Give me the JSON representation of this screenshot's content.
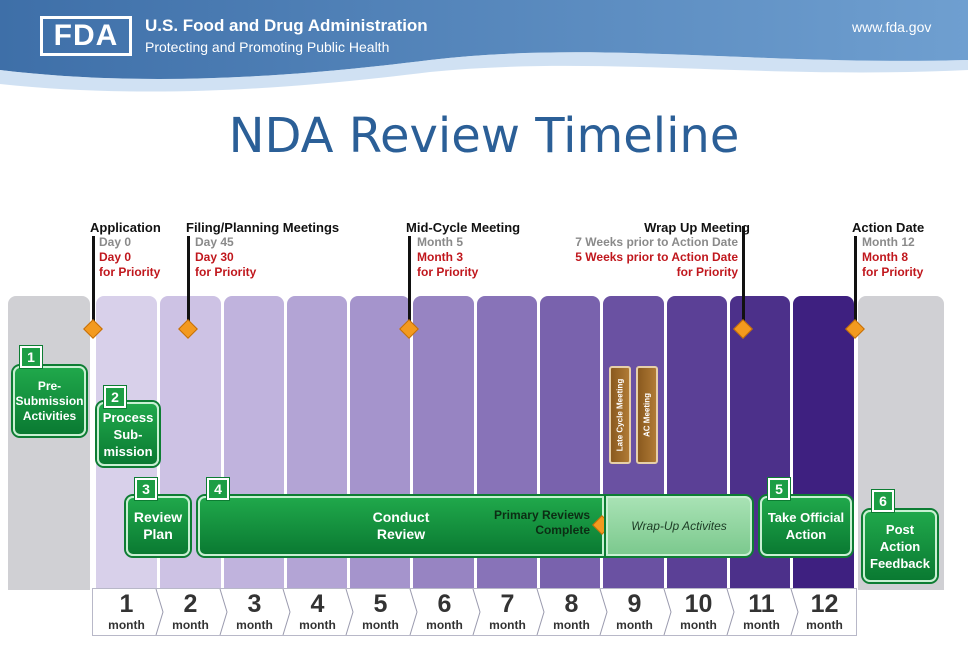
{
  "header": {
    "logo": "FDA",
    "agency_name": "U.S. Food and Drug Administration",
    "tagline": "Protecting and Promoting Public Health",
    "url": "www.fda.gov"
  },
  "title": "NDA Review Timeline",
  "milestones": [
    {
      "title": "Application",
      "standard": "Day 0",
      "priority_line1": "Day 0",
      "priority_line2": "for Priority"
    },
    {
      "title": "Filing/Planning Meetings",
      "standard": "Day 45",
      "priority_line1": "Day 30",
      "priority_line2": "for Priority"
    },
    {
      "title": "Mid-Cycle Meeting",
      "standard": "Month 5",
      "priority_line1": "Month 3",
      "priority_line2": "for Priority"
    },
    {
      "title": "Wrap Up Meeting",
      "standard": "7 Weeks prior to Action Date",
      "priority_line1": "5 Weeks prior to Action Date",
      "priority_line2": "for Priority"
    },
    {
      "title": "Action Date",
      "standard": "Month 12",
      "priority_line1": "Month 8",
      "priority_line2": "for Priority"
    }
  ],
  "steps": [
    {
      "number": "1",
      "line1": "Pre-",
      "line2": "Submission",
      "line3": "Activities"
    },
    {
      "number": "2",
      "line1": "Process",
      "line2": "Sub-",
      "line3": "mission"
    },
    {
      "number": "3",
      "line1": "Review",
      "line2": "Plan"
    },
    {
      "number": "4",
      "line1": "Conduct",
      "line2": "Review"
    },
    {
      "number": "5",
      "line1": "Take Official",
      "line2": "Action"
    },
    {
      "number": "6",
      "line1": "Post",
      "line2": "Action",
      "line3": "Feedback"
    }
  ],
  "primary_reviews": {
    "line1": "Primary Reviews",
    "line2": "Complete"
  },
  "wrapup_activities": "Wrap-Up Activites",
  "meetings": {
    "late_cycle": "Late Cycle Meeting",
    "ac": "AC Meeting"
  },
  "months": {
    "numbers": [
      "1",
      "2",
      "3",
      "4",
      "5",
      "6",
      "7",
      "8",
      "9",
      "10",
      "11",
      "12"
    ],
    "unit": "month"
  },
  "colors": {
    "title_blue": "#2b5f97",
    "priority_red": "#c0171d",
    "step_green": "#1c9e45",
    "milestone_orange": "#f39a1f",
    "banner_blue": "#4f7fb4"
  }
}
